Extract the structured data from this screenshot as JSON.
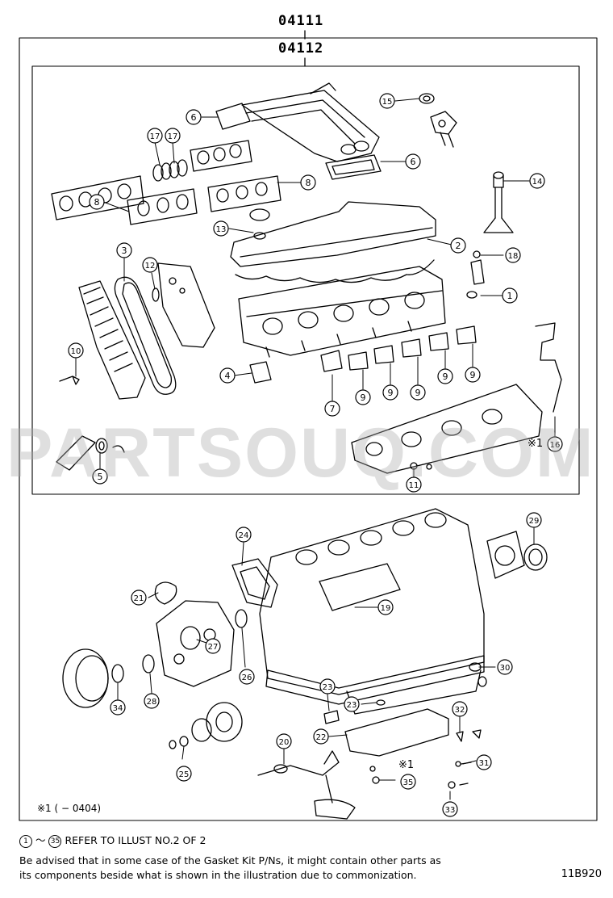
{
  "header": {
    "kit_overall": "04111",
    "kit_upper": "04112"
  },
  "callouts": [
    {
      "n": "1"
    },
    {
      "n": "2"
    },
    {
      "n": "3"
    },
    {
      "n": "4"
    },
    {
      "n": "5"
    },
    {
      "n": "6"
    },
    {
      "n": "6"
    },
    {
      "n": "7"
    },
    {
      "n": "8"
    },
    {
      "n": "8"
    },
    {
      "n": "9"
    },
    {
      "n": "9"
    },
    {
      "n": "9"
    },
    {
      "n": "9"
    },
    {
      "n": "9"
    },
    {
      "n": "10"
    },
    {
      "n": "11"
    },
    {
      "n": "12"
    },
    {
      "n": "13"
    },
    {
      "n": "14"
    },
    {
      "n": "15"
    },
    {
      "n": "16"
    },
    {
      "n": "17"
    },
    {
      "n": "17"
    },
    {
      "n": "18"
    },
    {
      "n": "19"
    },
    {
      "n": "20"
    },
    {
      "n": "21"
    },
    {
      "n": "22"
    },
    {
      "n": "23"
    },
    {
      "n": "23"
    },
    {
      "n": "24"
    },
    {
      "n": "25"
    },
    {
      "n": "26"
    },
    {
      "n": "27"
    },
    {
      "n": "28"
    },
    {
      "n": "29"
    },
    {
      "n": "30"
    },
    {
      "n": "31"
    },
    {
      "n": "32"
    },
    {
      "n": "33"
    },
    {
      "n": "34"
    },
    {
      "n": "35"
    }
  ],
  "markers": {
    "m16": "※1",
    "m35": "※1"
  },
  "footnote": "※1 (        − 0404)",
  "notes": {
    "range_start": "1",
    "range_sep": "～",
    "range_end": "35",
    "range_text": " REFER TO ILLUST NO.2 OF 2",
    "advisory_line1": "Be advised that in some case of the Gasket Kit P/Ns, it might contain other parts as",
    "advisory_line2": "its components beside what is shown in the illustration due to commonization."
  },
  "figure_code": "11B920",
  "watermark": "PARTSOUQ.COM"
}
